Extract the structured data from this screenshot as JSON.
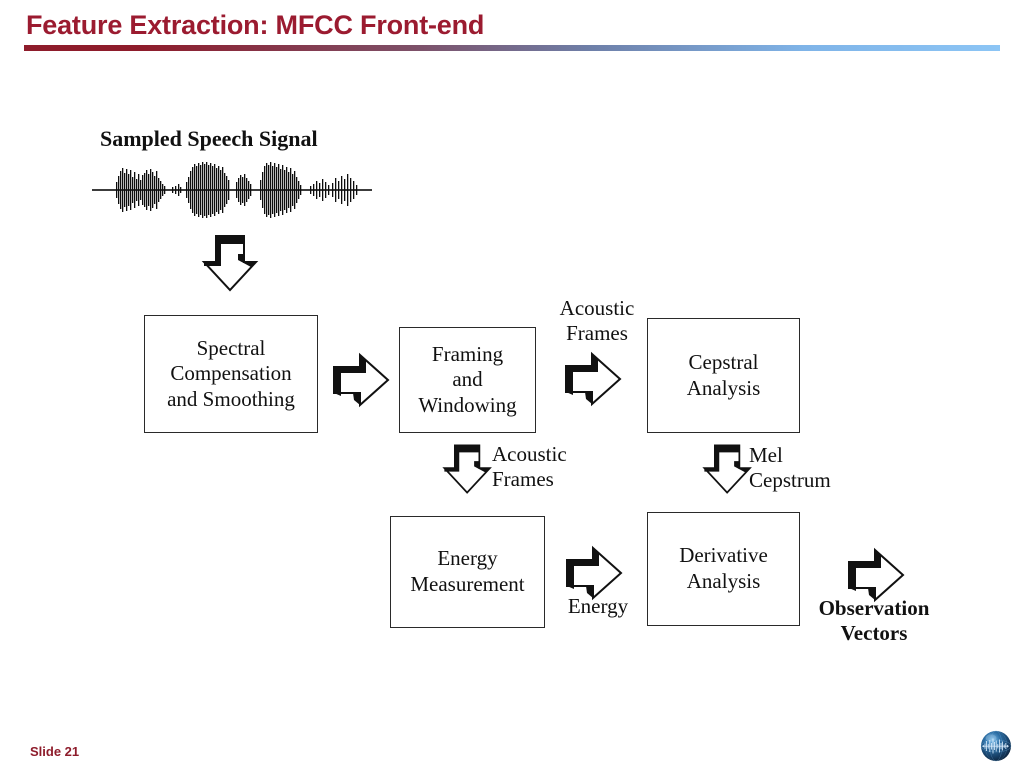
{
  "slide": {
    "title": "Feature Extraction: MFCC Front-end",
    "number_label": "Slide 21",
    "accent_color": "#8e1c2b",
    "rule_gradient_from": "#8e1c2b",
    "rule_gradient_to": "#8cc5f5",
    "background": "#ffffff"
  },
  "diagram": {
    "signal_caption": "Sampled Speech Signal",
    "boxes": [
      {
        "id": "spectral",
        "label": "Spectral\nCompensation\nand Smoothing"
      },
      {
        "id": "framing",
        "label": "Framing\nand\nWindowing"
      },
      {
        "id": "cepstral",
        "label": "Cepstral\nAnalysis"
      },
      {
        "id": "energy",
        "label": "Energy\nMeasurement"
      },
      {
        "id": "derivative",
        "label": "Derivative\nAnalysis"
      }
    ],
    "edge_labels": {
      "acoustic_frames_top": "Acoustic\nFrames",
      "acoustic_frames_mid": "Acoustic\nFrames",
      "mel_cepstrum": "Mel\nCepstrum",
      "energy": "Energy",
      "observation_vectors": "Observation\nVectors"
    },
    "arrows": [
      {
        "name": "signal-to-spectral",
        "direction": "down"
      },
      {
        "name": "spectral-to-framing",
        "direction": "right"
      },
      {
        "name": "framing-to-cepstral",
        "direction": "right"
      },
      {
        "name": "framing-to-energy",
        "direction": "down"
      },
      {
        "name": "cepstral-to-derivative",
        "direction": "down"
      },
      {
        "name": "energy-to-derivative",
        "direction": "right"
      },
      {
        "name": "derivative-to-output",
        "direction": "right"
      }
    ],
    "stroke_color": "#111111",
    "box_fill": "#ffffff"
  },
  "logo": {
    "name": "blue-globe-waveform-logo",
    "sphere_color": "#1d4f7c",
    "highlight_color": "#9fd0f0"
  }
}
